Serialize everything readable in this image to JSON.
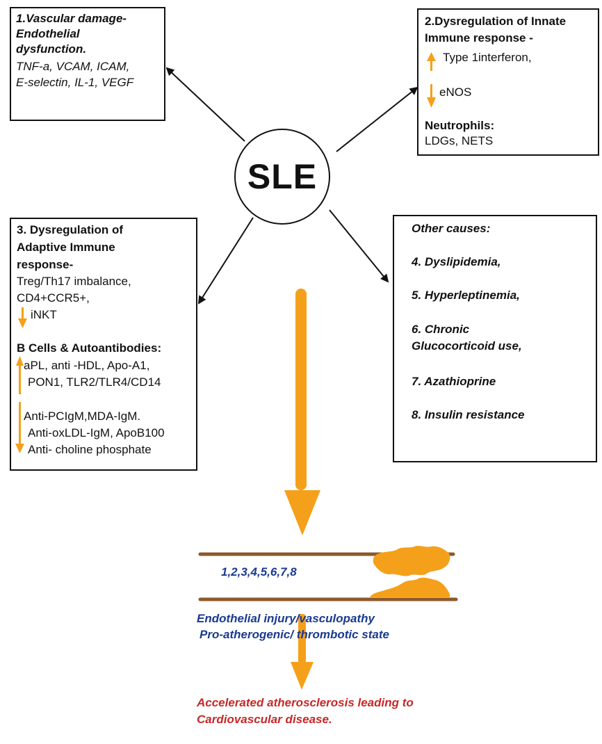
{
  "center": {
    "label": "SLE"
  },
  "box1": {
    "title_lines": [
      "1.Vascular damage-",
      "Endothelial",
      "dysfunction."
    ],
    "body_lines": [
      "TNF-a, VCAM, ICAM,",
      "E-selectin, IL-1, VEGF"
    ]
  },
  "box2": {
    "title_lines": [
      "2.Dysregulation of Innate",
      "Immune response -"
    ],
    "up_item": "Type 1interferon,",
    "down_item": "eNOS",
    "neutro_title": "Neutrophils:",
    "neutro_body": "LDGs, NETS"
  },
  "box3": {
    "title_lines": [
      "3. Dysregulation of",
      "Adaptive Immune",
      "response-"
    ],
    "lines": [
      "Treg/Th17 imbalance,",
      "CD4+CCR5+,"
    ],
    "down_item": "iNKT",
    "bcells_title": "B Cells & Autoantibodies:",
    "up_lines": [
      "aPL, anti -HDL, Apo-A1,",
      "PON1, TLR2/TLR4/CD14"
    ],
    "down_lines": [
      "Anti-PCIgM,MDA-IgM.",
      "Anti-oxLDL-IgM, ApoB100",
      "Anti- choline phosphate"
    ]
  },
  "box4": {
    "title": "Other causes:",
    "items": [
      "4. Dyslipidemia,",
      "5. Hyperleptinemia,",
      "6. Chronic",
      "Glucocorticoid use,",
      "7. Azathioprine",
      "8. Insulin resistance"
    ]
  },
  "vessel": {
    "label": "1,2,3,4,5,6,7,8"
  },
  "outcome": {
    "line1": "Endothelial injury/vasculopathy",
    "line2": "Pro-atherogenic/ thrombotic state"
  },
  "final": {
    "line1": "Accelerated atherosclerosis leading to",
    "line2": "Cardiovascular disease."
  },
  "colors": {
    "arrow_orange": "#f5a01a",
    "vessel_brown": "#8b5a2b",
    "outcome_blue": "#1a3a8f",
    "final_red": "#c62828"
  }
}
